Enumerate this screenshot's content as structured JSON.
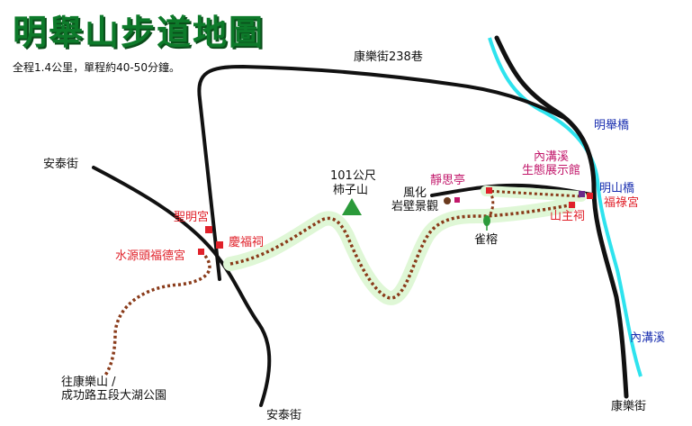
{
  "title": "明舉山步道地圖",
  "subtitle": "全程1.4公里，單程約40-50分鐘。",
  "colors": {
    "road": "#111111",
    "river": "#2ee3ee",
    "trail": "#8a3b1a",
    "trail_glow": "#dff7d6",
    "title_green": "#0d7a2a",
    "temple_red": "#e0212a",
    "bridge_blue": "#1a2fb0",
    "landmark_magenta": "#c2186b"
  },
  "roads": {
    "kangle_238": "康樂街238巷",
    "antai_top": "安泰街",
    "antai_bottom": "安泰街",
    "kangle_bottom": "康樂街"
  },
  "peak": {
    "height": "101公尺",
    "name": "柿子山",
    "icon": "peak-triangle-icon"
  },
  "temples": {
    "shengming": "聖明宮",
    "qingfu": "慶福祠",
    "shuiyuantou": "水源頭福德宮",
    "shanzhu": "山主祠",
    "fulu": "福祿宮"
  },
  "landmarks": {
    "jingsi": "靜思亭",
    "fenghua": "風化\n岩壁景觀",
    "queyong": "雀榕",
    "ecology_hall": "內溝溪\n生態展示館"
  },
  "bridges": {
    "mingju": "明舉橋",
    "mingshan": "明山橋"
  },
  "river": {
    "name": "內溝溪"
  },
  "destination": "往康樂山 /\n成功路五段大湖公園"
}
